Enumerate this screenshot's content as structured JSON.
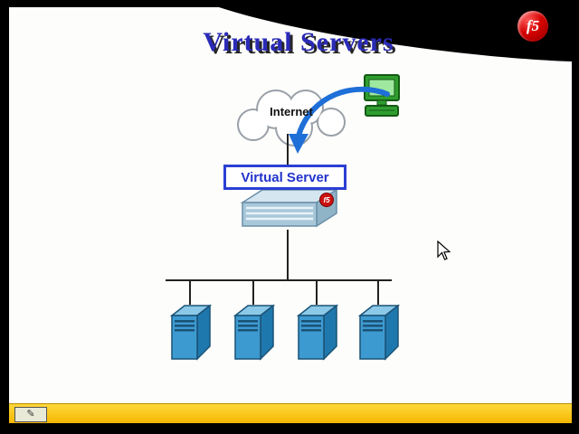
{
  "title": "Virtual Servers",
  "logo": {
    "text": "f5"
  },
  "diagram": {
    "internet_label": "Internet",
    "virtual_server_label": "Virtual Server",
    "device_badge": "f5",
    "server_count": 4
  },
  "toolbar": {
    "pen_glyph": "✎"
  },
  "colors": {
    "title_blue": "#2b2bb8",
    "box_border_blue": "#2b3fd4",
    "arrow_blue": "#1f6fd8",
    "server_blue": "#3d9ad0",
    "logo_red": "#d40000",
    "taskbar_yellow": "#ffcc00"
  }
}
